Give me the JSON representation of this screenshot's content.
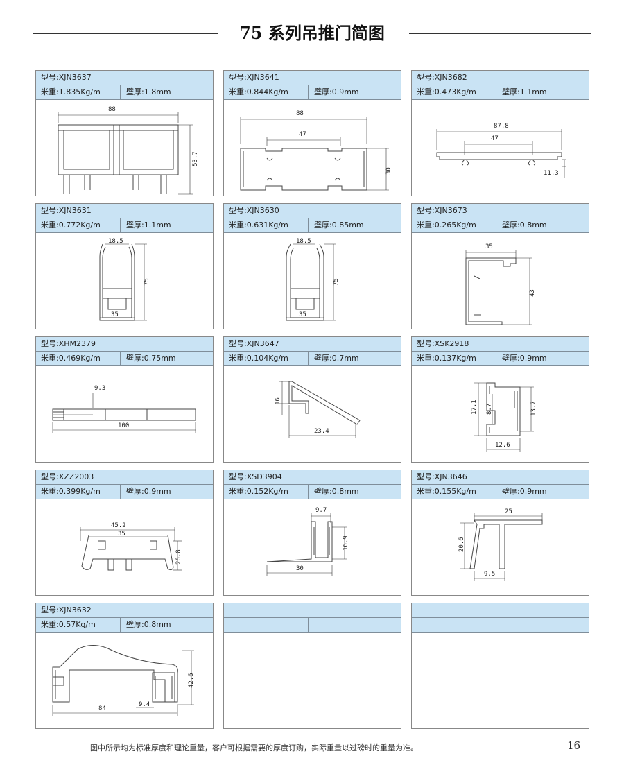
{
  "page": {
    "title": "75 系列吊推门简图",
    "footnote": "图中所示均为标准厚度和理论重量，客户可根据需要的厚度订购，实际重量以过磅时的重量为准。",
    "page_number": "16"
  },
  "profiles": [
    {
      "model": "型号:XJN3637",
      "weight": "米重:1.835Kg/m",
      "thickness": "壁厚:1.8mm",
      "dims": [
        "88",
        "53.7"
      ]
    },
    {
      "model": "型号:XJN3641",
      "weight": "米重:0.844Kg/m",
      "thickness": "壁厚:0.9mm",
      "dims": [
        "88",
        "47",
        "30"
      ]
    },
    {
      "model": "型号:XJN3682",
      "weight": "米重:0.473Kg/m",
      "thickness": "壁厚:1.1mm",
      "dims": [
        "87.8",
        "47",
        "11.3"
      ]
    },
    {
      "model": "型号:XJN3631",
      "weight": "米重:0.772Kg/m",
      "thickness": "壁厚:1.1mm",
      "dims": [
        "18.5",
        "75",
        "35"
      ]
    },
    {
      "model": "型号:XJN3630",
      "weight": "米重:0.631Kg/m",
      "thickness": "壁厚:0.85mm",
      "dims": [
        "18.5",
        "75",
        "35"
      ]
    },
    {
      "model": "型号:XJN3673",
      "weight": "米重:0.265Kg/m",
      "thickness": "壁厚:0.8mm",
      "dims": [
        "35",
        "43"
      ]
    },
    {
      "model": "型号:XHM2379",
      "weight": "米重:0.469Kg/m",
      "thickness": "壁厚:0.75mm",
      "dims": [
        "9.3",
        "100"
      ]
    },
    {
      "model": "型号:XJN3647",
      "weight": "米重:0.104Kg/m",
      "thickness": "壁厚:0.7mm",
      "dims": [
        "16",
        "23.4"
      ]
    },
    {
      "model": "型号:XSK2918",
      "weight": "米重:0.137Kg/m",
      "thickness": "壁厚:0.9mm",
      "dims": [
        "17.1",
        "8.7",
        "13.7",
        "12.6"
      ]
    },
    {
      "model": "型号:XZZ2003",
      "weight": "米重:0.399Kg/m",
      "thickness": "壁厚:0.9mm",
      "dims": [
        "45.2",
        "35",
        "26.8"
      ]
    },
    {
      "model": "型号:XSD3904",
      "weight": "米重:0.152Kg/m",
      "thickness": "壁厚:0.8mm",
      "dims": [
        "9.7",
        "16.9",
        "30"
      ]
    },
    {
      "model": "型号:XJN3646",
      "weight": "米重:0.155Kg/m",
      "thickness": "壁厚:0.9mm",
      "dims": [
        "25",
        "20.6",
        "9.5"
      ]
    },
    {
      "model": "型号:XJN3632",
      "weight": "米重:0.57Kg/m",
      "thickness": "壁厚:0.8mm",
      "dims": [
        "42.6",
        "84",
        "9.4"
      ]
    },
    {
      "model": "",
      "weight": "",
      "thickness": "",
      "dims": []
    },
    {
      "model": "",
      "weight": "",
      "thickness": "",
      "dims": []
    }
  ]
}
